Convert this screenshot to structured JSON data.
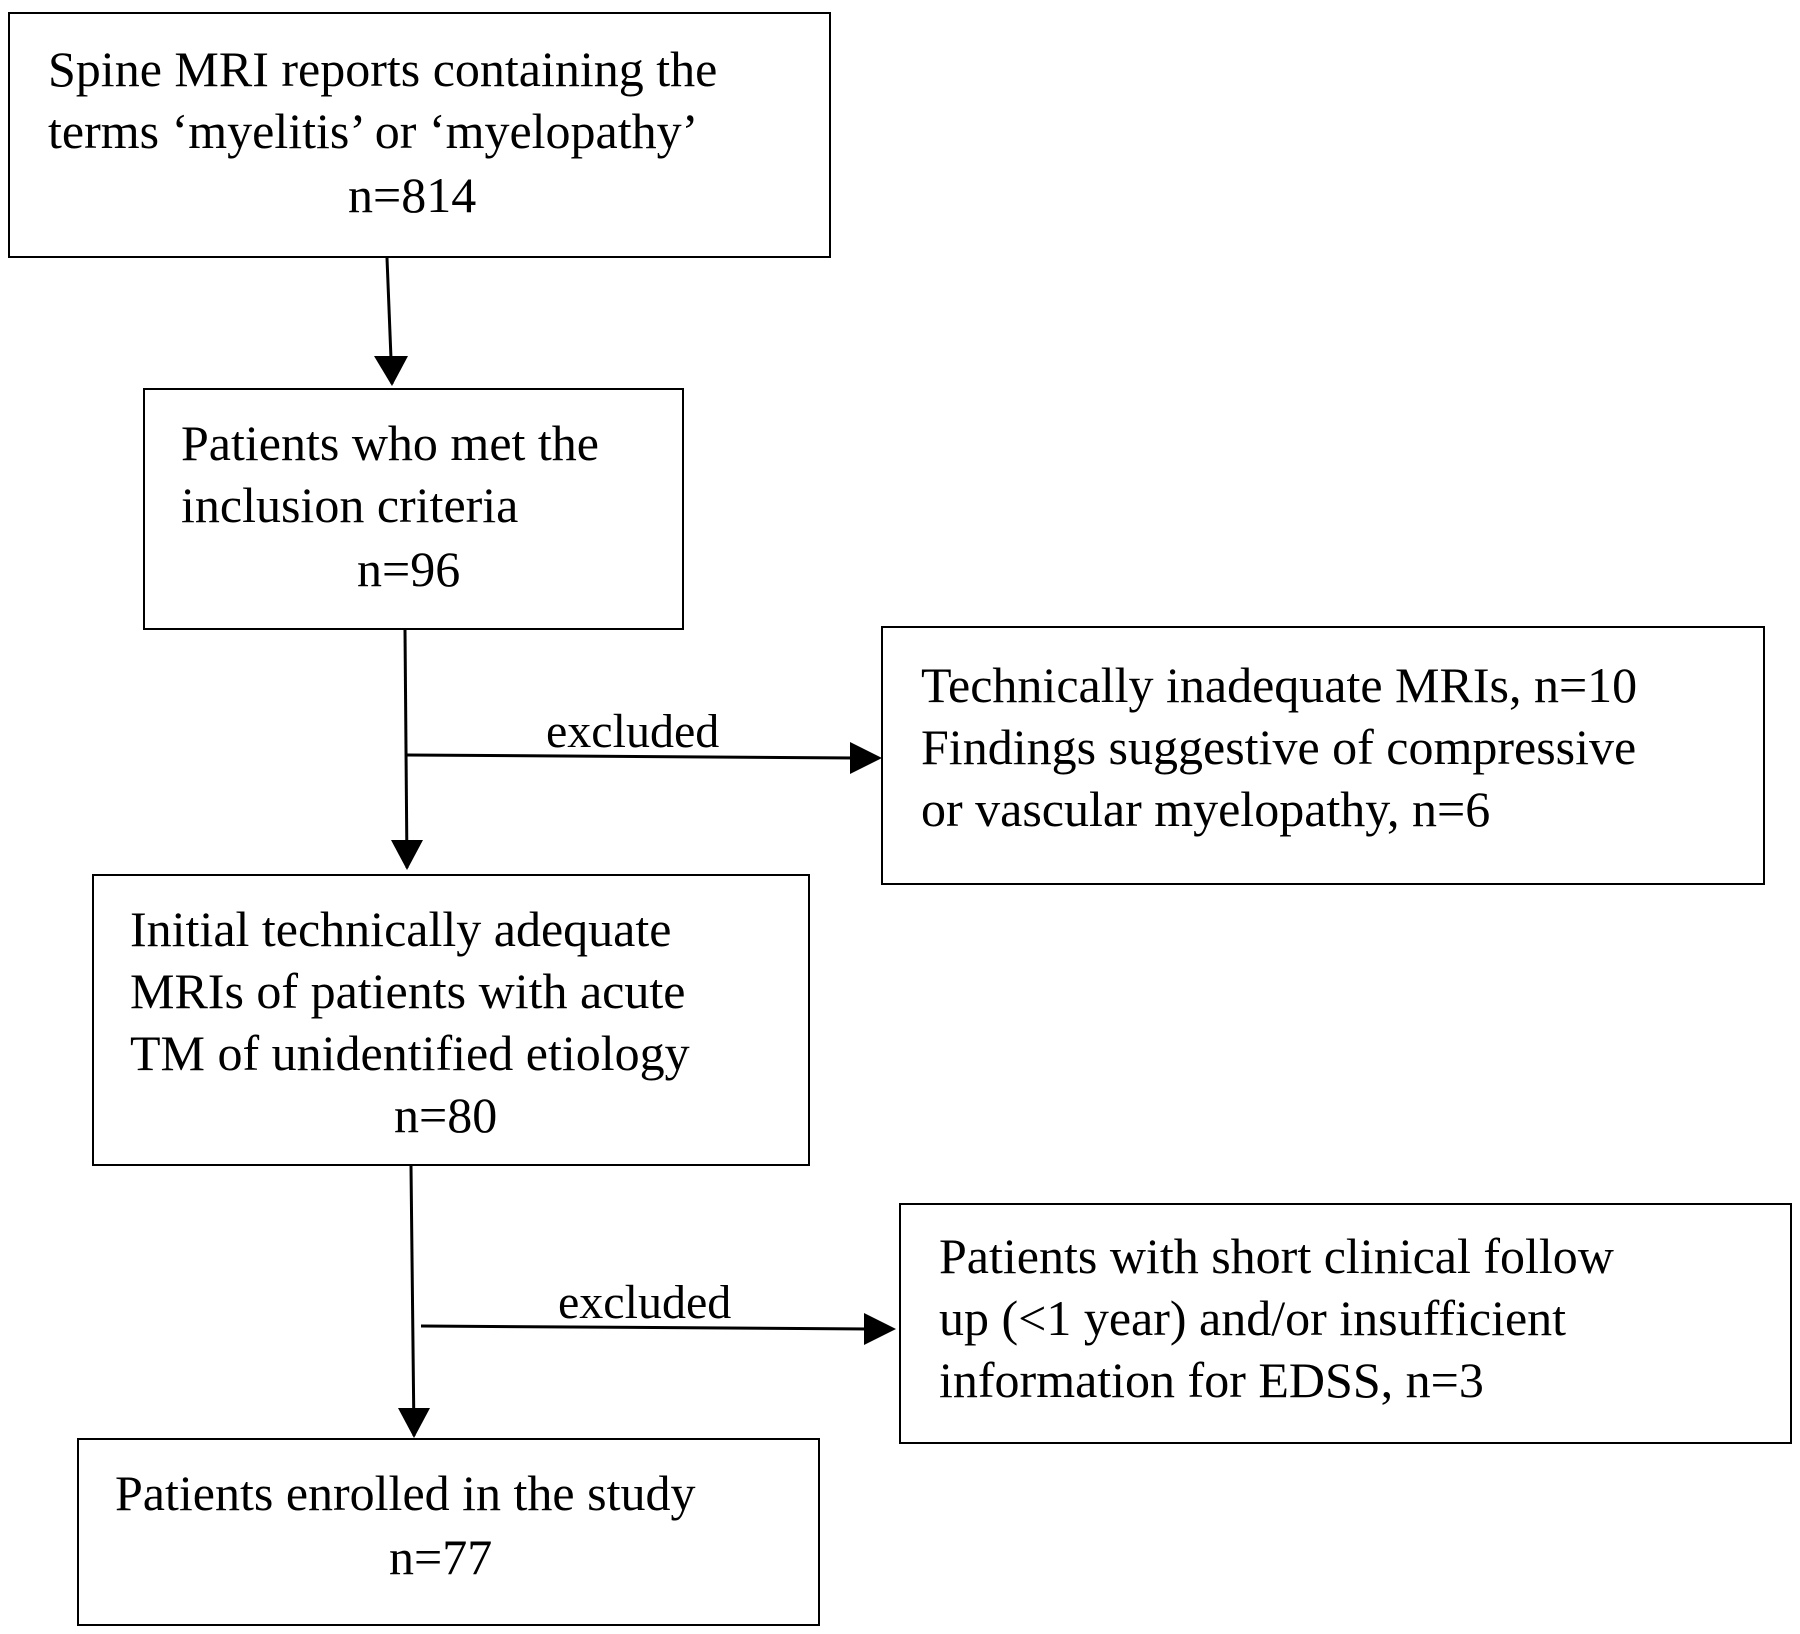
{
  "boxes": {
    "reports": {
      "line1": "Spine MRI  reports containing the",
      "line2": "terms ‘myelitis’ or ‘myelopathy’",
      "count": "n=814"
    },
    "inclusion": {
      "line1": "Patients who met the",
      "line2": "inclusion criteria",
      "count": "n=96"
    },
    "exclusion1": {
      "line1": "Technically inadequate MRIs,  n=10",
      "line2": "Findings suggestive of compressive",
      "line3": "or vascular myelopathy, n=6"
    },
    "adequate": {
      "line1": "Initial technically adequate",
      "line2": "MRIs of patients with acute",
      "line3": "TM of unidentified etiology",
      "count": "n=80"
    },
    "exclusion2": {
      "line1": "Patients with short clinical follow",
      "line2": "up (<1  year) and/or insufficient",
      "line3": "information for EDSS,  n=3"
    },
    "enrolled": {
      "line1": "Patients enrolled in the study",
      "count": "n=77"
    }
  },
  "edges": {
    "excluded_label_1": "excluded",
    "excluded_label_2": "excluded"
  }
}
